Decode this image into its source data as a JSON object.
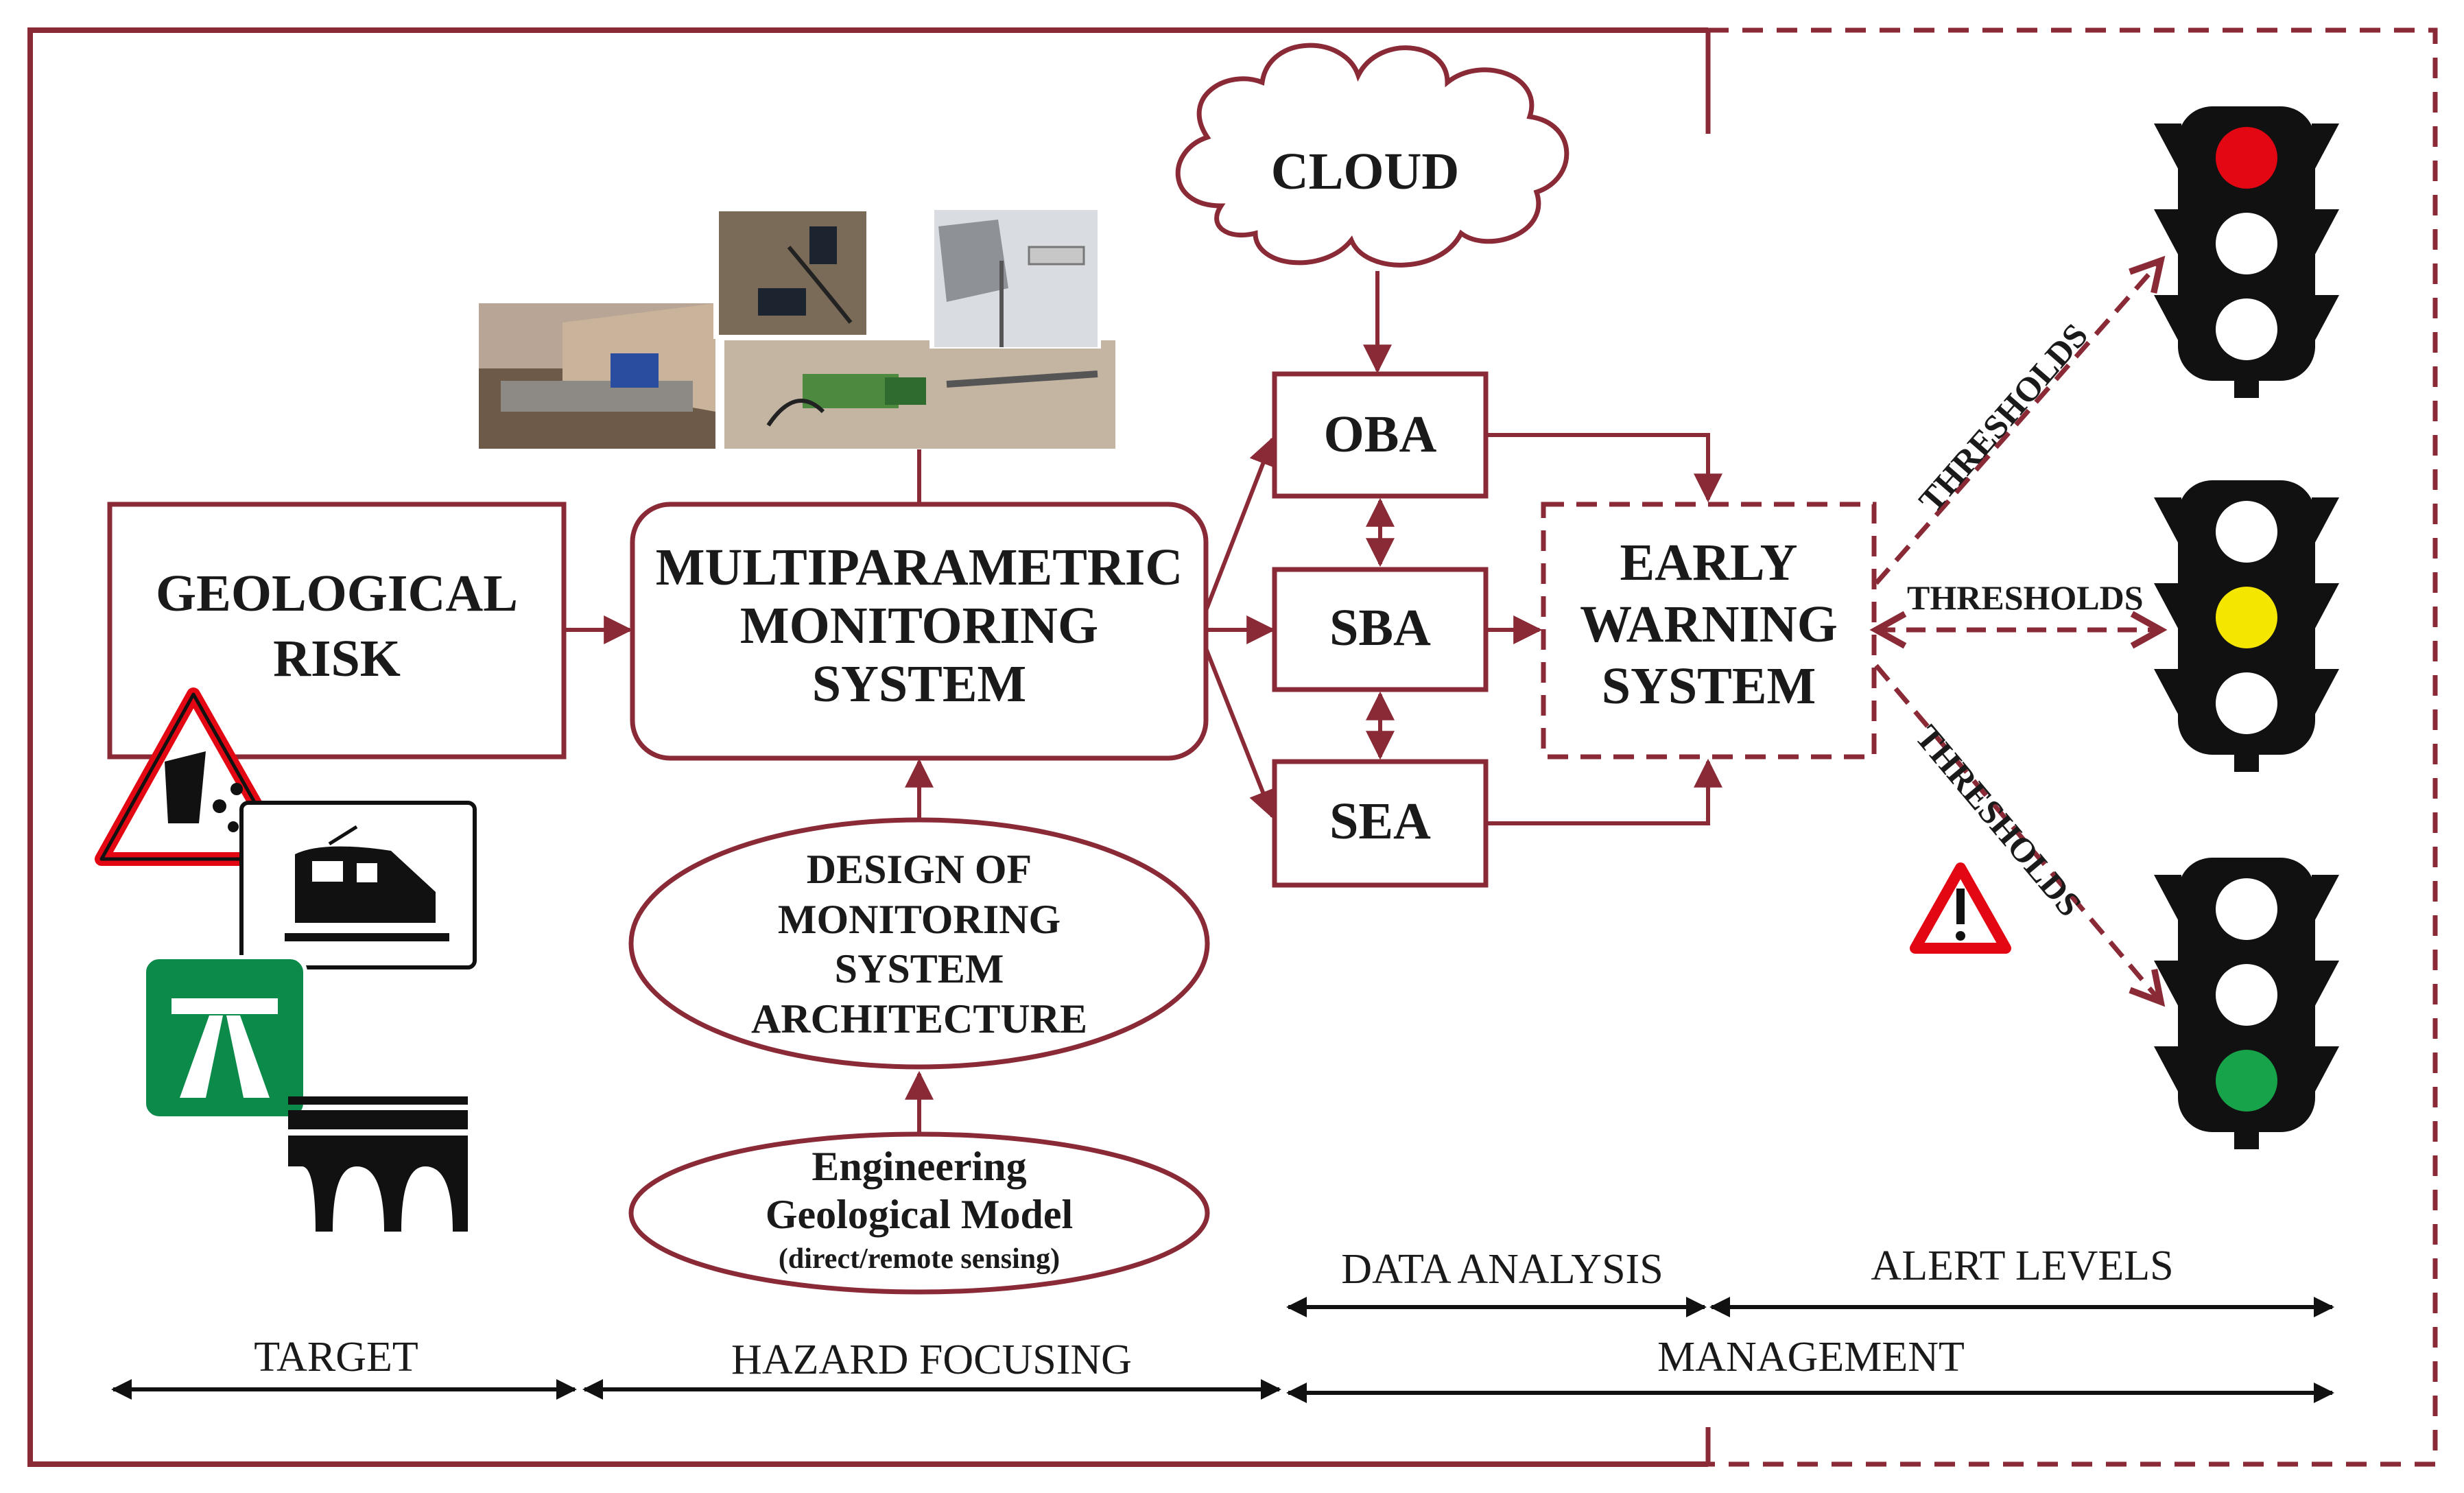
{
  "colors": {
    "frame": "#8a2a36",
    "text": "#1a1a1a",
    "light_red": "#e30613",
    "light_yellow": "#f5e600",
    "light_green": "#16a34a",
    "light_white": "#ffffff",
    "motorway_green": "#0b8a4a"
  },
  "boxes": {
    "geological_risk": [
      "GEOLOGICAL",
      "RISK"
    ],
    "monitoring_system": [
      "MULTIPARAMETRIC",
      "MONITORING",
      "SYSTEM"
    ],
    "design": [
      "DESIGN OF",
      "MONITORING",
      "SYSTEM",
      "ARCHITECTURE"
    ],
    "geo_model": [
      "Engineering",
      "Geological Model",
      "(direct/remote sensing)"
    ],
    "cloud": "CLOUD",
    "oba": "OBA",
    "sba": "SBA",
    "sea": "SEA",
    "early_warning": [
      "EARLY",
      "WARNING",
      "SYSTEM"
    ]
  },
  "thresholds": [
    "THRESHOLDS",
    "THRESHOLDS",
    "THRESHOLDS"
  ],
  "axis": {
    "target": "TARGET",
    "hazard_focusing": "HAZARD FOCUSING",
    "data_analysis": "DATA ANALYSIS",
    "alert_levels": "ALERT LEVELS",
    "management": "MANAGEMENT"
  },
  "traffic_lights": [
    {
      "active": "red"
    },
    {
      "active": "yellow"
    },
    {
      "active": "green"
    }
  ],
  "icons": [
    "rockfall-warning-sign-icon",
    "train-icon",
    "motorway-sign-icon",
    "viaduct-icon",
    "warning-triangle-icon",
    "monitoring-photos"
  ]
}
